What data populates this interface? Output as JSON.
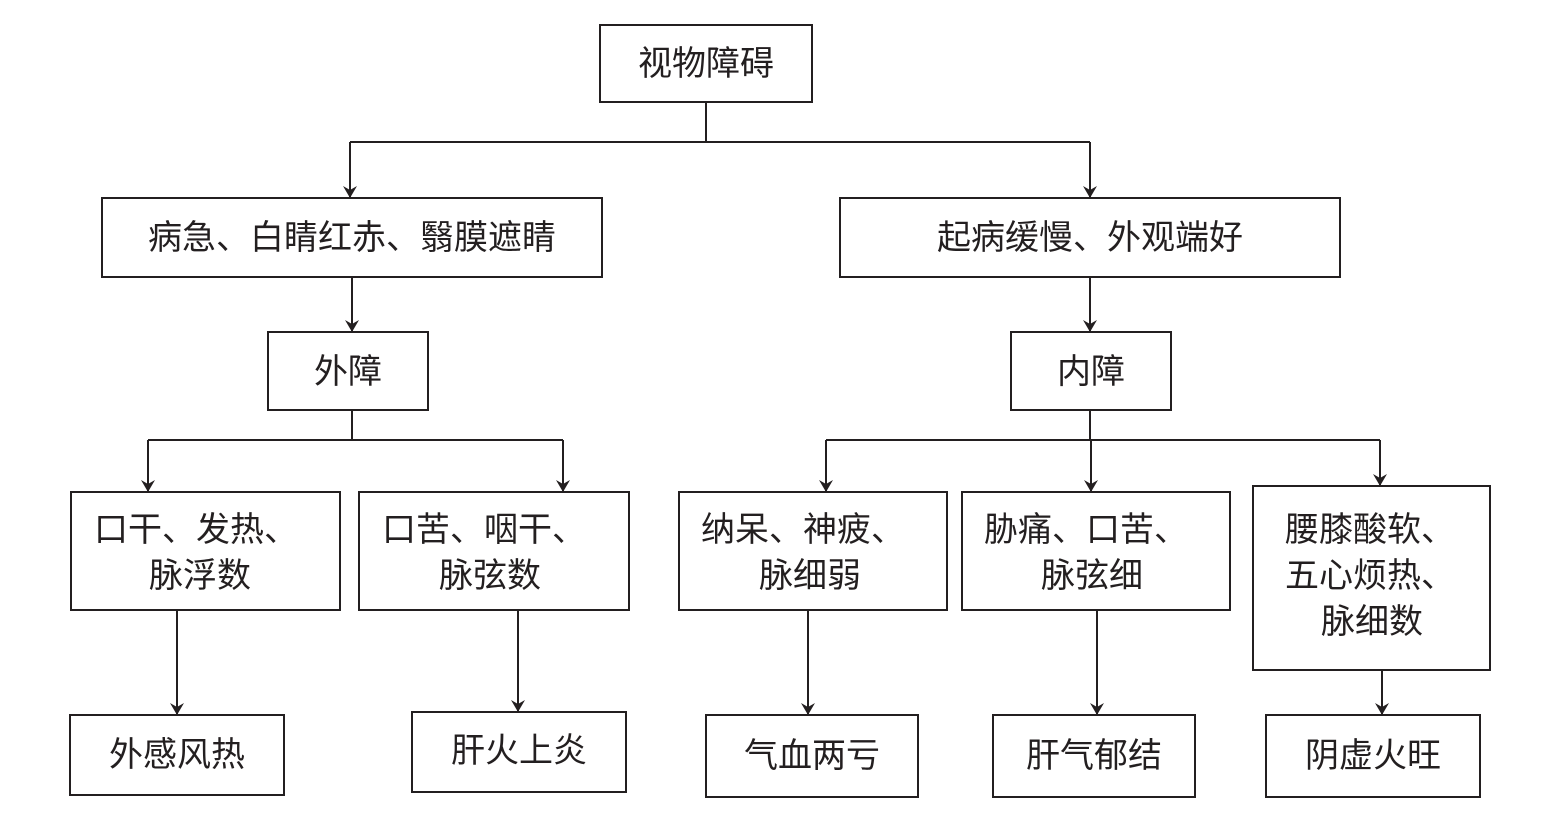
{
  "root": "视物障碍",
  "left_branch": {
    "criteria": "病急、白睛红赤、翳膜遮睛",
    "type": "外障",
    "children": [
      {
        "symptoms": [
          "口干、发热、",
          "脉浮数"
        ],
        "diagnosis": "外感风热"
      },
      {
        "symptoms": [
          "口苦、咽干、",
          "脉弦数"
        ],
        "diagnosis": "肝火上炎"
      }
    ]
  },
  "right_branch": {
    "criteria": "起病缓慢、外观端好",
    "type": "内障",
    "children": [
      {
        "symptoms": [
          "纳呆、神疲、",
          "脉细弱"
        ],
        "diagnosis": "气血两亏"
      },
      {
        "symptoms": [
          "胁痛、口苦、",
          "脉弦细"
        ],
        "diagnosis": "肝气郁结"
      },
      {
        "symptoms": [
          "腰膝酸软、",
          "五心烦热、",
          "脉细数"
        ],
        "diagnosis": "阴虚火旺"
      }
    ]
  }
}
